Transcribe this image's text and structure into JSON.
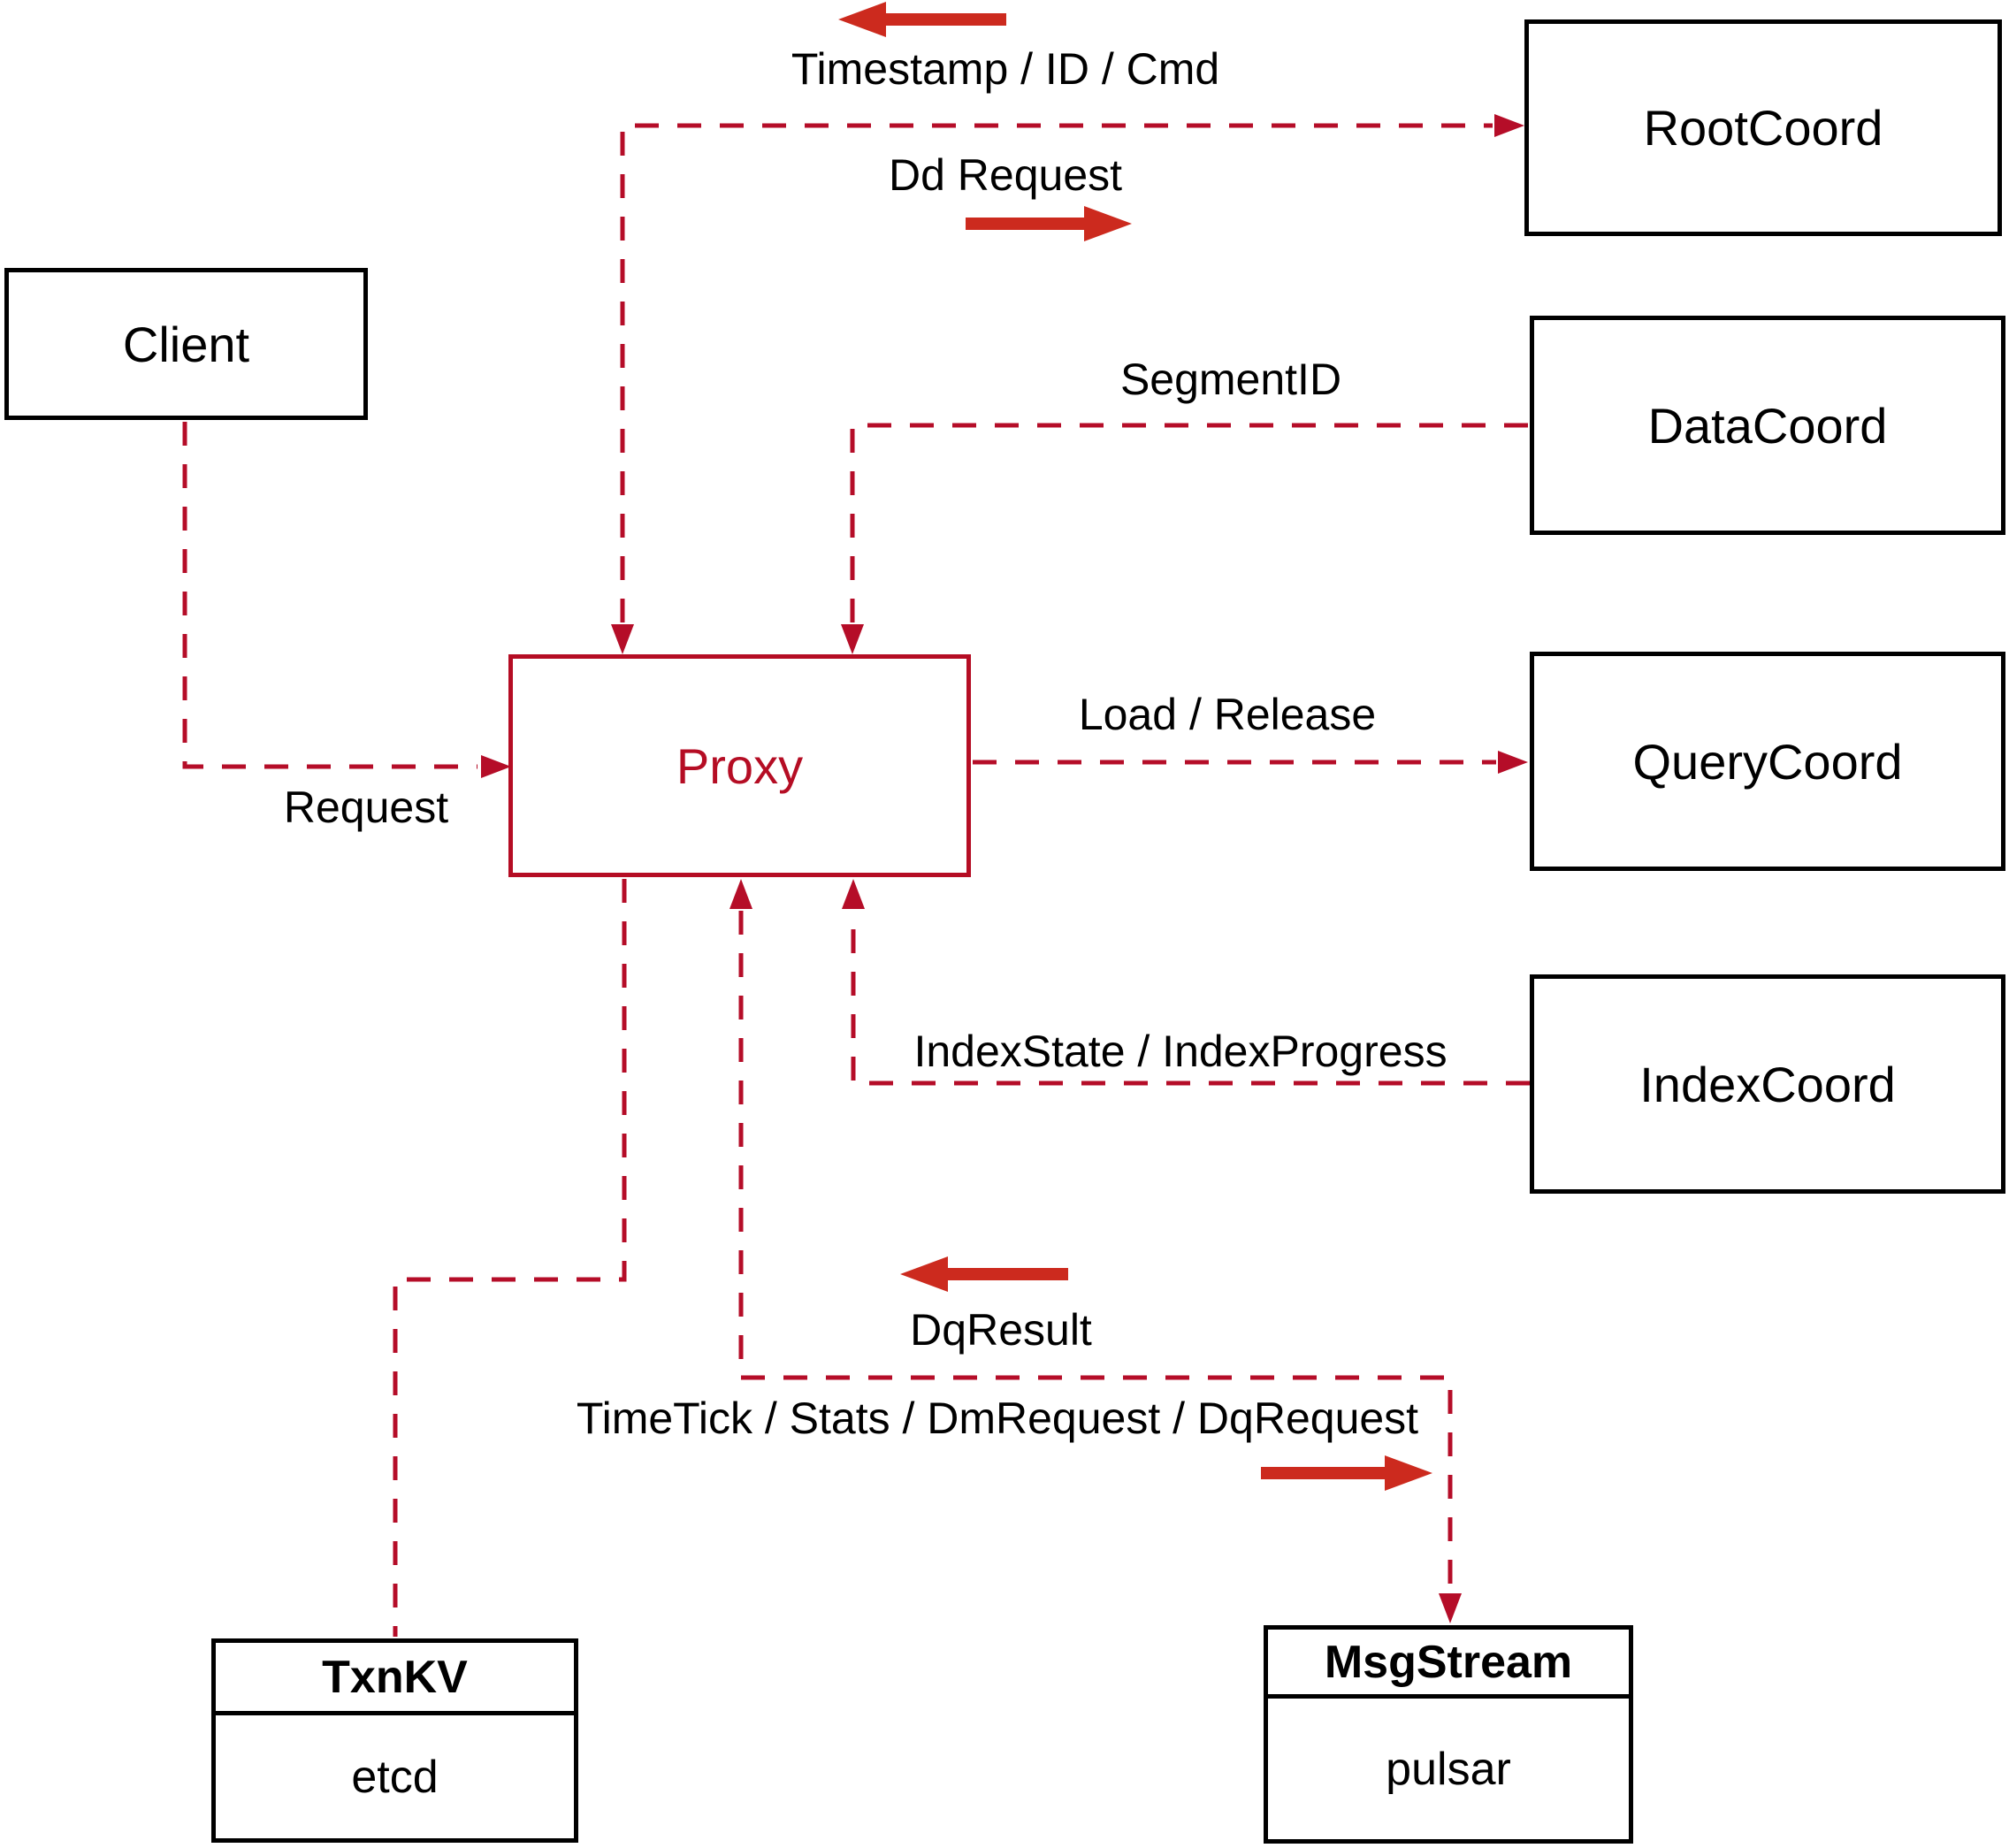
{
  "diagram": {
    "nodes": {
      "client": {
        "label": "Client"
      },
      "rootcoord": {
        "label": "RootCoord"
      },
      "datacoord": {
        "label": "DataCoord"
      },
      "querycoord": {
        "label": "QueryCoord"
      },
      "indexcoord": {
        "label": "IndexCoord"
      },
      "proxy": {
        "label": "Proxy"
      },
      "txnkv": {
        "title": "TxnKV",
        "subtitle": "etcd"
      },
      "msgstream": {
        "title": "MsgStream",
        "subtitle": "pulsar"
      }
    },
    "edge_labels": {
      "timestamp": "Timestamp / ID / Cmd",
      "dd_request": "Dd Request",
      "segment_id": "SegmentID",
      "request": "Request",
      "load_release": "Load / Release",
      "index_state": "IndexState / IndexProgress",
      "dq_result": "DqResult",
      "timetick": "TimeTick / Stats / DmRequest / DqRequest"
    },
    "colors": {
      "line": "#b50d28",
      "proxy": "#b50d24",
      "arrow": "#cc2a1e",
      "box_border": "#000000",
      "text": "#000000",
      "background": "#ffffff"
    }
  }
}
